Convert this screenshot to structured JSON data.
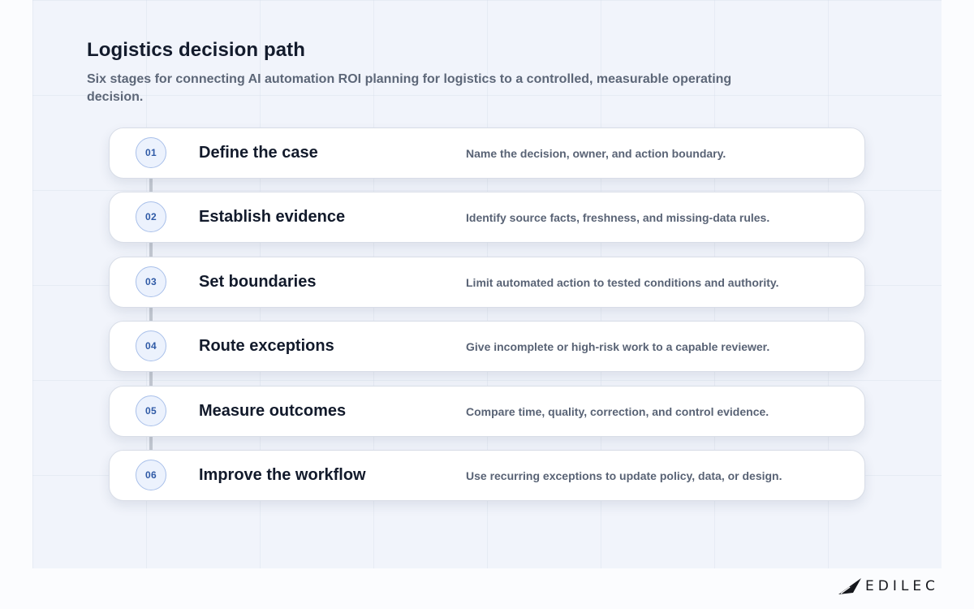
{
  "header": {
    "title": "Logistics decision path",
    "subtitle": "Six stages for connecting AI automation ROI planning for logistics to a controlled, measurable operating decision."
  },
  "steps": [
    {
      "number": "01",
      "title": "Define the case",
      "description": "Name the decision, owner, and action boundary."
    },
    {
      "number": "02",
      "title": "Establish evidence",
      "description": "Identify source facts, freshness, and missing-data rules."
    },
    {
      "number": "03",
      "title": "Set boundaries",
      "description": "Limit automated action to tested conditions and authority."
    },
    {
      "number": "04",
      "title": "Route exceptions",
      "description": "Give incomplete or high-risk work to a capable reviewer."
    },
    {
      "number": "05",
      "title": "Measure outcomes",
      "description": "Compare time, quality, correction, and control evidence."
    },
    {
      "number": "06",
      "title": "Improve the workflow",
      "description": "Use recurring exceptions to update policy, data, or design."
    }
  ],
  "brand": {
    "name": "EDILEC",
    "icon": "paper-plane-icon"
  },
  "colors": {
    "title": "#131b2c",
    "subtitle": "#5d6778",
    "badge_text": "#2f5aa6",
    "badge_border": "#a9c0ea",
    "connector": "#c4c9d2"
  }
}
